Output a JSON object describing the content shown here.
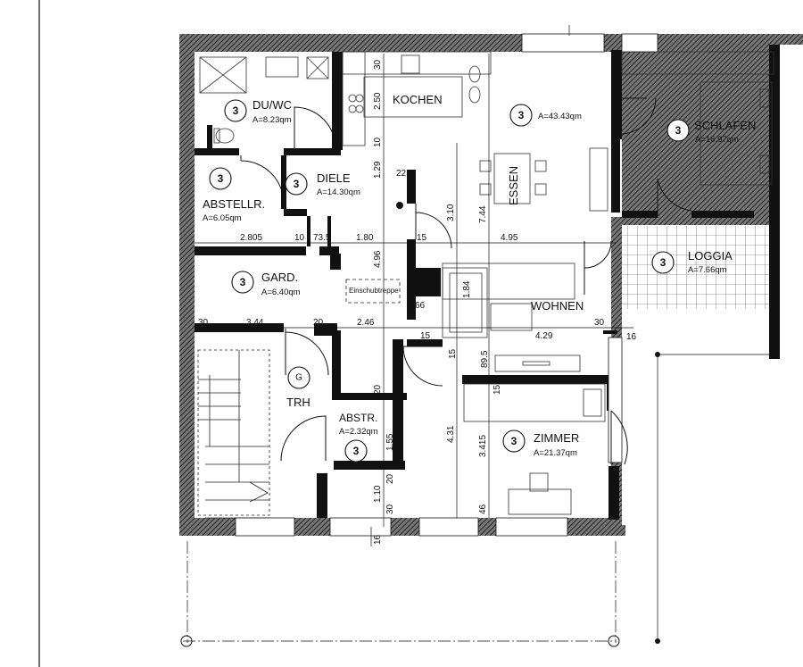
{
  "rooms": [
    {
      "id": "du-wc",
      "name": "DU/WC",
      "area": "A=8.23qm",
      "marker": "3"
    },
    {
      "id": "kochen",
      "name": "KOCHEN",
      "area": "",
      "marker": ""
    },
    {
      "id": "essen",
      "name": "ESSEN",
      "area": "A=43.43qm",
      "marker": "3"
    },
    {
      "id": "schlafen",
      "name": "SCHLAFEN",
      "area": "A=16.97qm",
      "marker": "3"
    },
    {
      "id": "diele",
      "name": "DIELE",
      "area": "A=14.30qm",
      "marker": "3"
    },
    {
      "id": "abstellr",
      "name": "ABSTELLR.",
      "area": "A=6.05qm",
      "marker": "3"
    },
    {
      "id": "loggia",
      "name": "LOGGIA",
      "area": "A=7.66qm",
      "marker": "3"
    },
    {
      "id": "gard",
      "name": "GARD.",
      "area": "A=6.40qm",
      "marker": "3"
    },
    {
      "id": "wohnen",
      "name": "WOHNEN",
      "area": "",
      "marker": ""
    },
    {
      "id": "trh",
      "name": "TRH",
      "area": "",
      "marker": "G"
    },
    {
      "id": "abstr",
      "name": "ABSTR.",
      "area": "A=2.32qm",
      "marker": "3"
    },
    {
      "id": "zimmer",
      "name": "ZIMMER",
      "area": "A=21.37qm",
      "marker": "3"
    }
  ],
  "annotations": {
    "einschubtreppe": "Einschubtreppe"
  },
  "dimensions": {
    "d_2_805": "2.805",
    "d_10a": "10",
    "d_73_5": "73.5",
    "d_1_80": "1.80",
    "d_15a": "15",
    "d_4_95": "4.95",
    "d_30a": "30",
    "d_3_44": "3.44",
    "d_20a": "20",
    "d_2_46": "2.46",
    "d_66": "66",
    "d_15b": "15",
    "d_4_29": "4.29",
    "d_30b": "30",
    "d_16a": "16",
    "d_89_5": "89.5",
    "d_15c": "15",
    "d_15d": "15",
    "d_30c": "30",
    "d_2_50": "2.50",
    "d_10b": "10",
    "d_1_29": "1.29",
    "d_22": "22",
    "d_3_10": "3.10",
    "d_7_44": "7.44",
    "d_4_96": "4.96",
    "d_1_84": "1.84",
    "d_20b": "20",
    "d_4_31": "4.31",
    "d_3_415": "3.415",
    "d_1_55": "1.55",
    "d_20c": "20",
    "d_1_10": "1.10",
    "d_30d": "30",
    "d_46": "46",
    "d_16b": "16"
  }
}
